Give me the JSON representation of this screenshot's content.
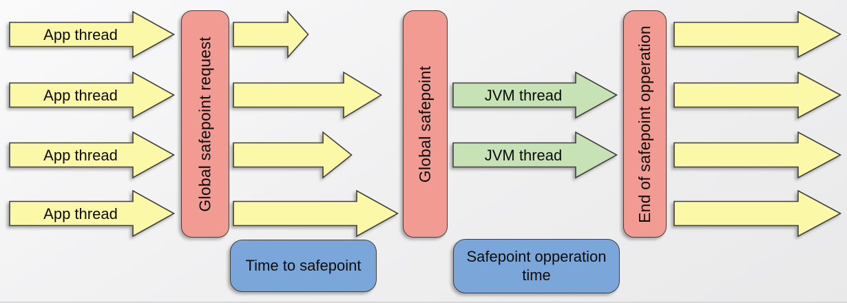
{
  "diagram": {
    "app_thread_label": "App thread",
    "jvm_thread_label": "JVM thread",
    "bars": {
      "global_safepoint_request": "Global safepoint request",
      "global_safepoint": "Global safepoint",
      "end_of_safepoint_operation": "End of safepoint opperation"
    },
    "annotations": {
      "time_to_safepoint": "Time to safepoint",
      "safepoint_operation_time": "Safepoint opperation time"
    },
    "colors": {
      "app_thread_arrow": "#fbf8a7",
      "jvm_thread_arrow": "#c7e3b5",
      "safepoint_bar": "#f29b92",
      "annotation_box": "#7ba6d9",
      "outline": "#3e3e3e",
      "background_top": "#fafafb",
      "background_bottom": "#e9e9ea"
    }
  }
}
